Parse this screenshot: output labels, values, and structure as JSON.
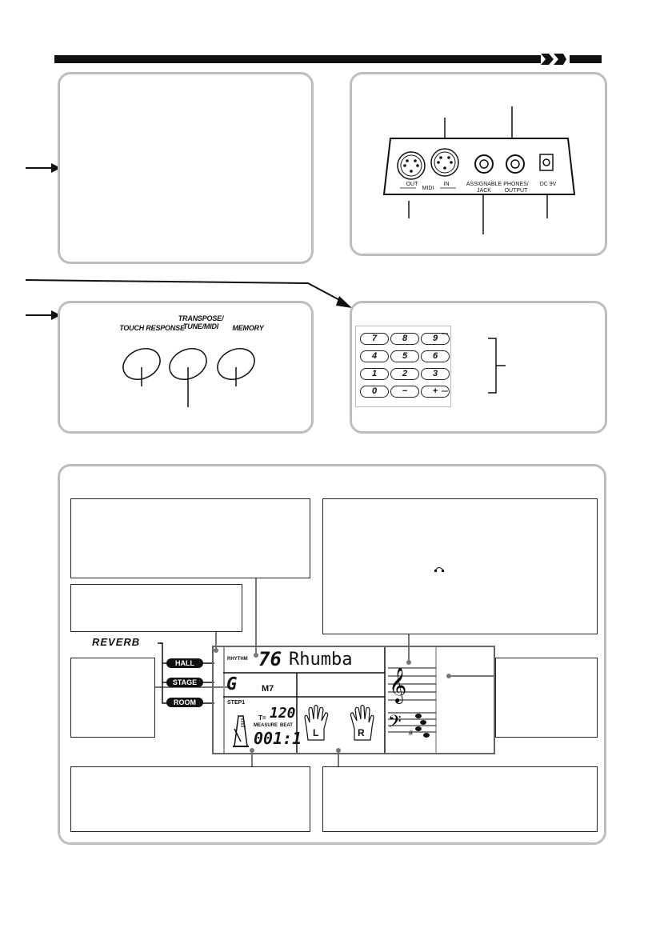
{
  "panels": {
    "top_right": {
      "jacks": {
        "midi_out": "OUT",
        "midi_in": "IN",
        "midi": "MIDI",
        "assignable_jack": "ASSIGNABLE\nJACK",
        "phones_output": "PHONES/\nOUTPUT",
        "dc_9v": "DC 9V"
      }
    },
    "middle_left": {
      "buttons": {
        "touch_response": "TOUCH RESPONSE",
        "transpose": "TRANSPOSE/\nTUNE/MIDI",
        "memory": "MEMORY"
      }
    },
    "middle_right": {
      "keypad": [
        "7",
        "8",
        "9",
        "4",
        "5",
        "6",
        "1",
        "2",
        "3",
        "0",
        "−",
        "+"
      ]
    }
  },
  "display": {
    "reverb": {
      "title": "REVERB",
      "options": [
        "HALL",
        "STAGE",
        "ROOM"
      ]
    },
    "rhythm_label": "RHYTHM",
    "rhythm_number": "76",
    "rhythm_name": "Rhumba",
    "chord_root": "G",
    "chord_type": "M7",
    "step": "STEP1",
    "tempo_label": "T=",
    "tempo_value": "120",
    "measure_label": "MEASURE",
    "beat_label": "BEAT",
    "measure_beat": "001:1",
    "left_hand": "L",
    "right_hand": "R",
    "sharp": "#"
  },
  "colors": {
    "border": "#bdbdbd",
    "ink": "#111111"
  }
}
